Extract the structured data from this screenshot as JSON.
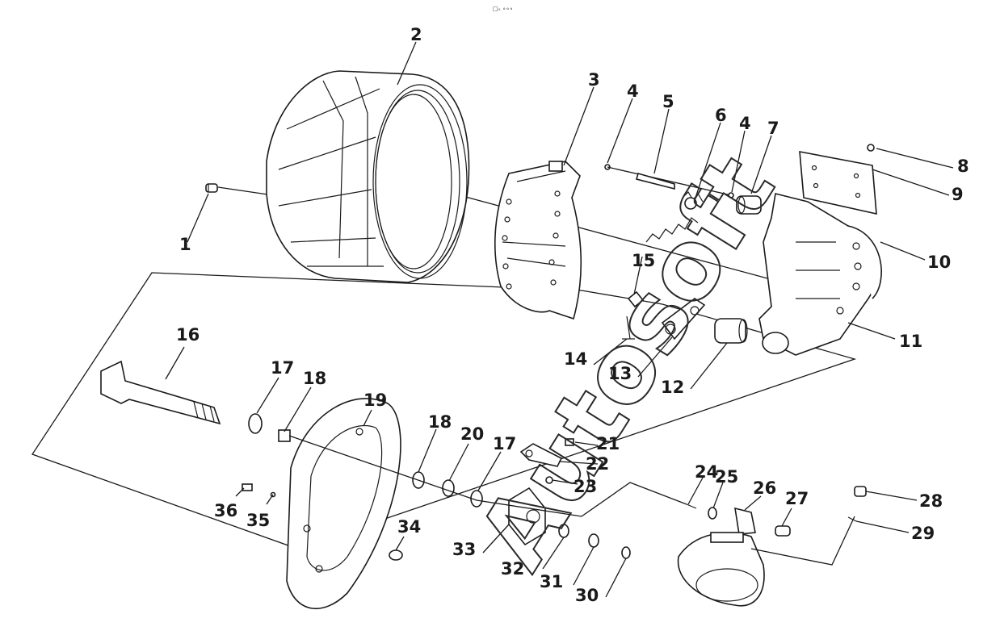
{
  "header_mark": "□ₓ ∘∘∘",
  "watermark": "Autosoft",
  "callouts": [
    "1",
    "2",
    "3",
    "4",
    "5",
    "6",
    "4",
    "7",
    "8",
    "9",
    "10",
    "11",
    "12",
    "13",
    "14",
    "15",
    "16",
    "17",
    "18",
    "19",
    "18",
    "20",
    "17",
    "21",
    "22",
    "23",
    "24",
    "25",
    "26",
    "27",
    "28",
    "29",
    "30",
    "31",
    "32",
    "33",
    "34",
    "35",
    "36"
  ],
  "parts": [
    "rivet",
    "brake-drum",
    "brake-shoe-lining",
    "spring-pin",
    "spring-cross",
    "return-spring",
    "spring-pin",
    "roller",
    "rivet",
    "lining-plate",
    "brake-lining",
    "brake-shoe",
    "roller-bushing",
    "anchor-plate",
    "pin",
    "washer",
    "camshaft",
    "seal-ring",
    "washer",
    "dust-shield",
    "washer",
    "washer",
    "seal-ring",
    "bolt",
    "bracket",
    "nut",
    "pin",
    "washer",
    "clevis",
    "clevis-pin",
    "nut",
    "cotter-pin",
    "washer",
    "washer",
    "washer",
    "slack-adjuster",
    "plug",
    "lock-washer",
    "bolt",
    "brake-chamber"
  ]
}
